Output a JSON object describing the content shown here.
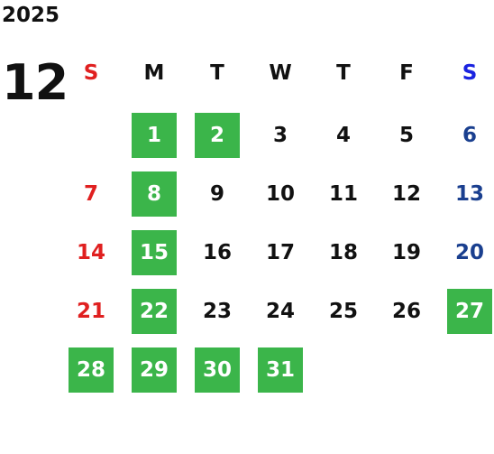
{
  "year": "2025",
  "month": "12",
  "weekdays": [
    "S",
    "M",
    "T",
    "W",
    "T",
    "F",
    "S"
  ],
  "colors": {
    "highlight": "#3bb54a",
    "sunday": "#e02020",
    "saturday": "#1a3f8f",
    "saturday_header": "#1a23e0",
    "weekday": "#111111"
  },
  "weeks": [
    [
      {
        "d": ""
      },
      {
        "d": "1",
        "h": true
      },
      {
        "d": "2",
        "h": true
      },
      {
        "d": "3"
      },
      {
        "d": "4"
      },
      {
        "d": "5"
      },
      {
        "d": "6"
      }
    ],
    [
      {
        "d": "7"
      },
      {
        "d": "8",
        "h": true
      },
      {
        "d": "9"
      },
      {
        "d": "10"
      },
      {
        "d": "11"
      },
      {
        "d": "12"
      },
      {
        "d": "13"
      }
    ],
    [
      {
        "d": "14"
      },
      {
        "d": "15",
        "h": true
      },
      {
        "d": "16"
      },
      {
        "d": "17"
      },
      {
        "d": "18"
      },
      {
        "d": "19"
      },
      {
        "d": "20"
      }
    ],
    [
      {
        "d": "21"
      },
      {
        "d": "22",
        "h": true
      },
      {
        "d": "23"
      },
      {
        "d": "24"
      },
      {
        "d": "25"
      },
      {
        "d": "26"
      },
      {
        "d": "27",
        "h": true
      }
    ],
    [
      {
        "d": "28",
        "h": true
      },
      {
        "d": "29",
        "h": true
      },
      {
        "d": "30",
        "h": true
      },
      {
        "d": "31",
        "h": true
      },
      {
        "d": ""
      },
      {
        "d": ""
      },
      {
        "d": ""
      }
    ]
  ]
}
